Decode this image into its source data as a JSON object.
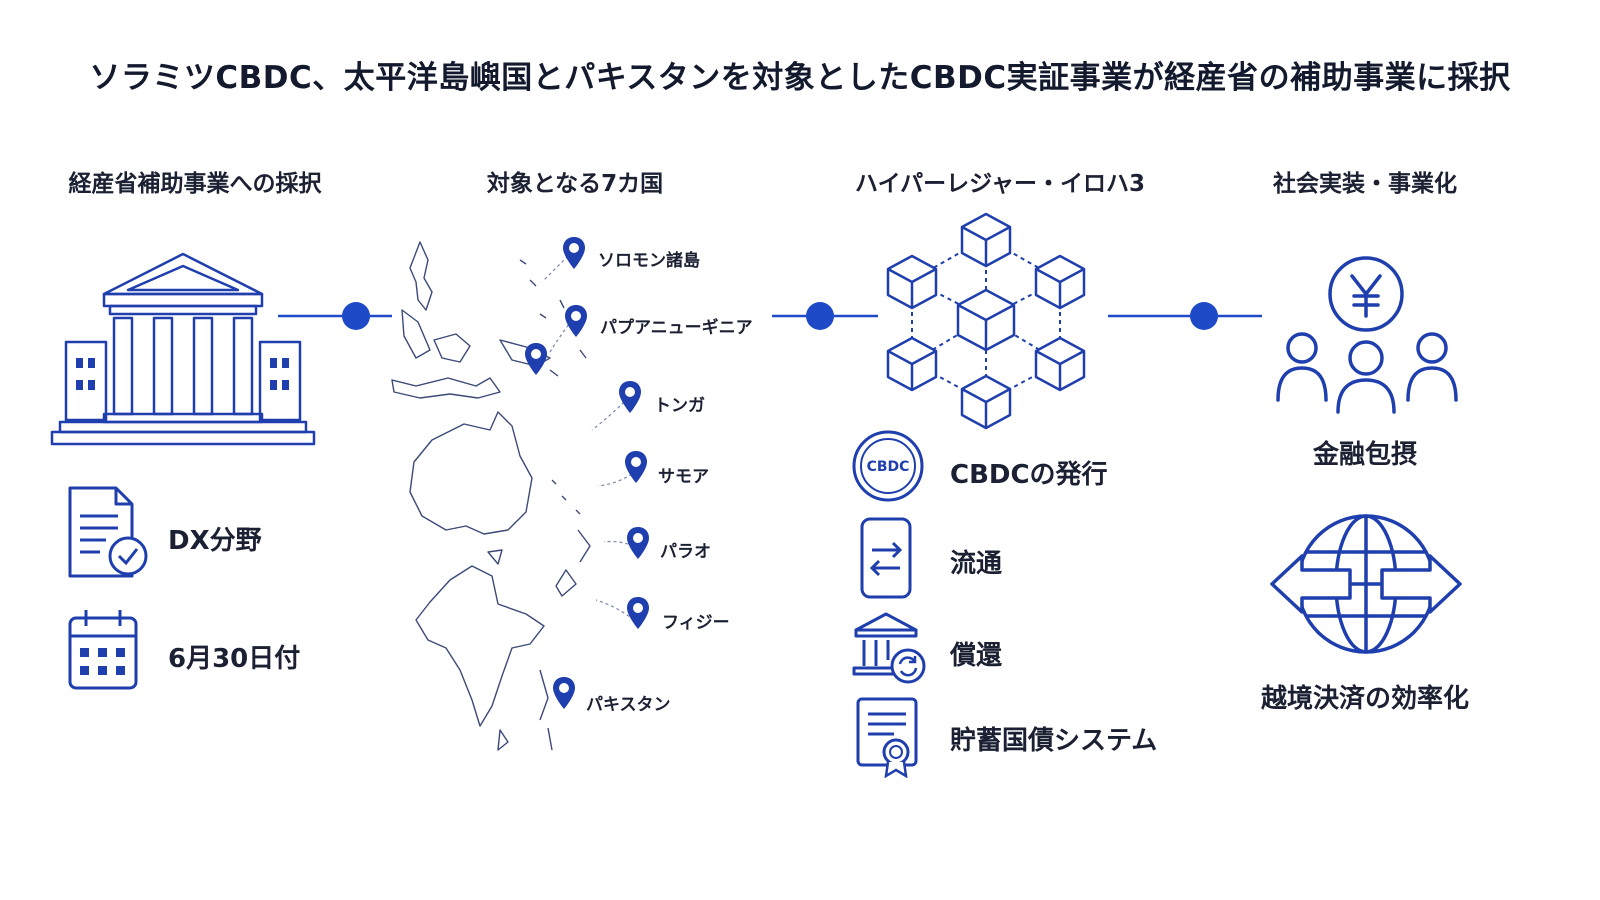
{
  "title": "ソラミツCBDC、太平洋島嶼国とパキスタンを対象としたCBDC実証事業が経産省の補助事業に採択",
  "columns": [
    {
      "heading": "経産省補助事業への採択",
      "icon": "government-building-icon",
      "items": [
        {
          "icon": "document-check-icon",
          "label": "DX分野"
        },
        {
          "icon": "calendar-icon",
          "label": "6月30日付"
        }
      ]
    },
    {
      "heading": "対象となる7カ国",
      "icon": "asia-pacific-map-icon",
      "countries": [
        "ソロモン諸島",
        "パプアニューギニア",
        "トンガ",
        "サモア",
        "パラオ",
        "フィジー",
        "パキスタン"
      ]
    },
    {
      "heading": "ハイパーレジャー・イロハ3",
      "icon": "blockchain-network-icon",
      "items": [
        {
          "icon": "cbdc-coin-icon",
          "label": "CBDCの発行",
          "badge": "CBDC"
        },
        {
          "icon": "mobile-transfer-icon",
          "label": "流通"
        },
        {
          "icon": "bank-refresh-icon",
          "label": "償還"
        },
        {
          "icon": "certificate-icon",
          "label": "貯蓄国債システム"
        }
      ]
    },
    {
      "heading": "社会実装・事業化",
      "items": [
        {
          "icon": "yen-people-icon",
          "label": "金融包摂"
        },
        {
          "icon": "globe-arrows-icon",
          "label": "越境決済の効率化"
        }
      ]
    }
  ],
  "colors": {
    "accent": "#1f3fae",
    "connector": "#1e49c7",
    "text": "#1b2033"
  }
}
